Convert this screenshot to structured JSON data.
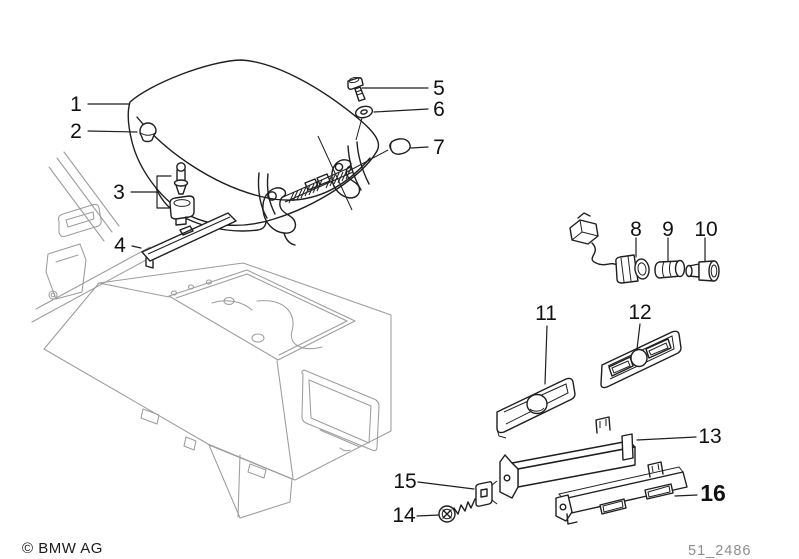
{
  "diagram": {
    "callouts": [
      {
        "number": "1"
      },
      {
        "number": "2"
      },
      {
        "number": "3"
      },
      {
        "number": "4"
      },
      {
        "number": "5"
      },
      {
        "number": "6"
      },
      {
        "number": "7"
      },
      {
        "number": "8"
      },
      {
        "number": "9"
      },
      {
        "number": "10"
      },
      {
        "number": "11"
      },
      {
        "number": "12"
      },
      {
        "number": "13"
      },
      {
        "number": "14"
      },
      {
        "number": "15"
      },
      {
        "number": "16",
        "emphasis": "bold"
      }
    ],
    "footer": {
      "copyright": "© BMW AG",
      "drawing_code": "51_2486"
    },
    "colors": {
      "background": "#ffffff",
      "part_line": "#1f1f1f",
      "console_line": "#9c9c9c",
      "label_text": "#111111",
      "code_text": "#8e8e8e"
    }
  }
}
